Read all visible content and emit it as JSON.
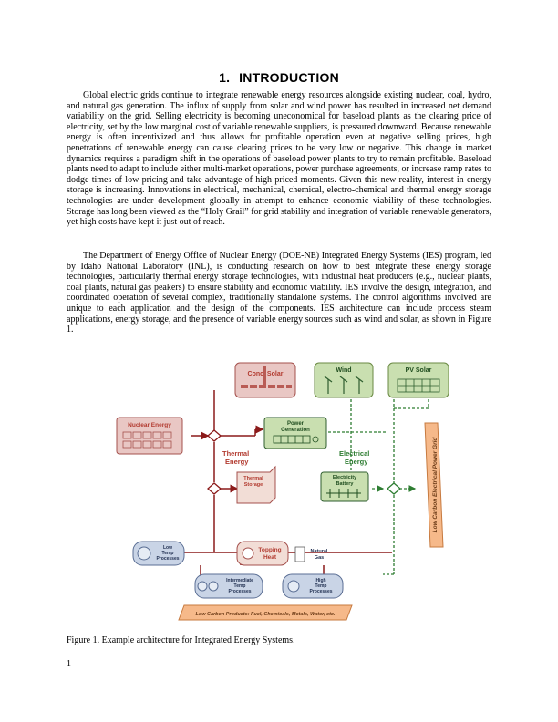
{
  "heading": {
    "number": "1.",
    "title": "INTRODUCTION"
  },
  "paragraphs": [
    "Global electric grids continue to integrate renewable energy resources alongside existing nuclear, coal, hydro, and natural gas generation. The influx of supply from solar and wind power has resulted in increased net demand variability on the grid. Selling electricity is becoming uneconomical for baseload plants as the clearing price of electricity, set by the low marginal cost of variable renewable suppliers, is pressured downward. Because renewable energy is often incentivized and thus allows for profitable operation even at negative selling prices, high penetrations of renewable energy can cause clearing prices to be very low or negative. This change in market dynamics requires a paradigm shift in the operations of baseload power plants to try to remain profitable. Baseload plants need to adapt to include either multi-market operations, power purchase agreements, or increase ramp rates to dodge times of low pricing and take advantage of high-priced moments. Given this new reality, interest in energy storage is increasing. Innovations in electrical, mechanical, chemical, electro-chemical and thermal energy storage technologies are under development globally in attempt to enhance economic viability of these technologies. Storage has long been viewed as the “Holy Grail” for grid stability and integration of variable renewable generators, yet high costs have kept it just out of reach.",
    "The Department of Energy Office of Nuclear Energy (DOE-NE) Integrated Energy Systems (IES) program, led by Idaho National Laboratory (INL), is conducting research on how to best integrate these energy storage technologies, particularly thermal energy storage technologies, with industrial heat producers (e.g., nuclear plants, coal plants, natural gas peakers) to ensure stability and economic viability. IES involve the design, integration, and coordinated operation of several complex, traditionally standalone systems. The control algorithms involved are unique to each application and the design of the components. IES architecture can include process steam applications, energy storage, and the presence of variable energy sources such as wind and solar, as shown in Figure 1."
  ],
  "figure": {
    "conc_solar": "Conc. Solar",
    "wind": "Wind",
    "pv_solar": "PV Solar",
    "nuclear_energy": "Nuclear Energy",
    "power_generation": [
      "Power",
      "Generation"
    ],
    "thermal_energy": [
      "Thermal",
      "Energy"
    ],
    "electrical_energy": [
      "Electrical",
      "Energy"
    ],
    "thermal_storage": [
      "Thermal",
      "Storage"
    ],
    "electricity_battery": [
      "Electricity",
      "Battery"
    ],
    "grid": "Low Carbon Electrical Power Grid",
    "low_temp": [
      "Low",
      "Temp",
      "Processes"
    ],
    "topping_heat": [
      "Topping",
      "Heat"
    ],
    "natural_gas": [
      "Natural",
      "Gas"
    ],
    "intermediate_temp": [
      "Intermediate",
      "Temp",
      "Processes"
    ],
    "high_temp": [
      "High",
      "Temp",
      "Processes"
    ],
    "products": "Low Carbon Products: Fuel, Chemicals, Metals, Water, etc.",
    "colors": {
      "nuclear": "#e9c7c4",
      "nuclear_border": "#a4504c",
      "renewable": "#c9dfb0",
      "renewable_border": "#6a8a43",
      "process": "#c9d4e6",
      "process_border": "#5a6e94",
      "storage": "#f2ddd6",
      "thermal_line": "#8b1a1a",
      "electric_line": "#2e7d32",
      "grid": "#f6b98a",
      "text_red": "#b23a2f"
    }
  },
  "caption": "Figure 1. Example architecture for Integrated Energy Systems.",
  "page_number": "1"
}
